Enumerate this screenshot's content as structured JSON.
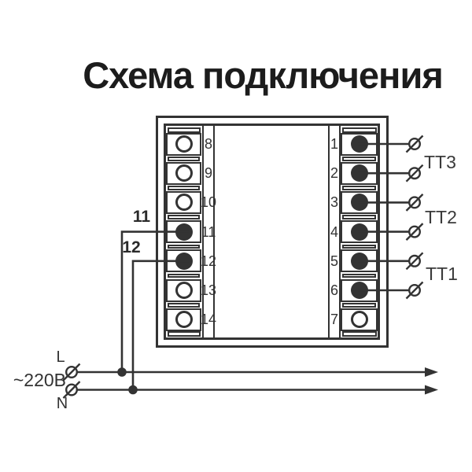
{
  "page": {
    "title": "Схема подключения"
  },
  "colors": {
    "ink": "#333333",
    "title_ink": "#1c1c1c",
    "background": "#ffffff"
  },
  "device": {
    "left_terminals": [
      {
        "number": "8",
        "filled": false
      },
      {
        "number": "9",
        "filled": false
      },
      {
        "number": "10",
        "filled": false
      },
      {
        "number": "11",
        "filled": true
      },
      {
        "number": "12",
        "filled": true
      },
      {
        "number": "13",
        "filled": false
      },
      {
        "number": "14",
        "filled": false
      }
    ],
    "right_terminals": [
      {
        "number": "1",
        "filled": true
      },
      {
        "number": "2",
        "filled": true
      },
      {
        "number": "3",
        "filled": true
      },
      {
        "number": "4",
        "filled": true
      },
      {
        "number": "5",
        "filled": true
      },
      {
        "number": "6",
        "filled": true
      },
      {
        "number": "7",
        "filled": false
      }
    ]
  },
  "left_wires": {
    "wire_11_label": "11",
    "wire_12_label": "12"
  },
  "current_transformers": [
    {
      "label": "ТТ3",
      "terminals": "1-2"
    },
    {
      "label": "ТТ2",
      "terminals": "3-4"
    },
    {
      "label": "ТТ1",
      "terminals": "5-6"
    }
  ],
  "power": {
    "phase_label": "L",
    "neutral_label": "N",
    "voltage_label": "~220В"
  },
  "symbols": {
    "wire_end": "slashed-circle",
    "junction": "filled-dot",
    "line_direction": "right-arrow"
  }
}
